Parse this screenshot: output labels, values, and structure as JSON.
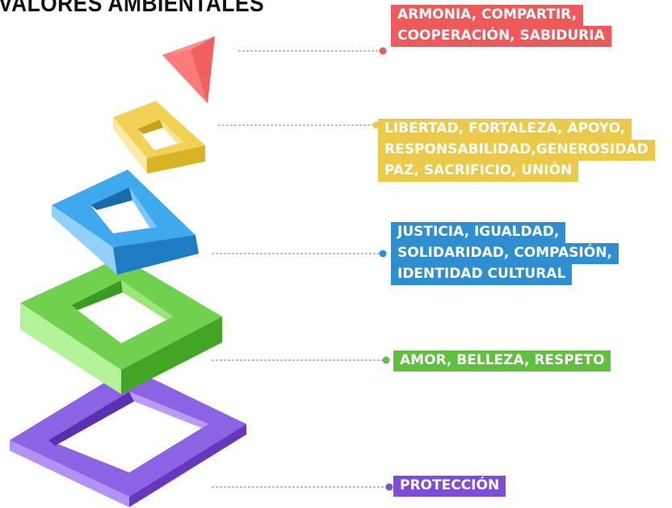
{
  "title": "VALORES AMBIENTALES",
  "colors": {
    "red": "#ee5a5a",
    "yellow": "#ebc94a",
    "blue": "#2f8ed0",
    "green": "#5fbf3e",
    "purple": "#7c4dd8",
    "connector": "#aaaaaa"
  },
  "labels": [
    {
      "id": "level-1",
      "color": "#ee5a5a",
      "lines": [
        "ARMONIA, COMPARTIR,",
        "COOPERACIÓN, SABIDURIA"
      ]
    },
    {
      "id": "level-2",
      "color": "#ebc94a",
      "lines": [
        "LIBERTAD, FORTALEZA, APOYO,",
        "RESPONSABILIDAD,GENEROSIDAD",
        "PAZ, SACRIFICIO, UNIÓN"
      ]
    },
    {
      "id": "level-3",
      "color": "#2f8ed0",
      "lines": [
        "JUSTICIA, IGUALDAD,",
        "SOLIDARIDAD, COMPASIÓN,",
        "IDENTIDAD CULTURAL"
      ]
    },
    {
      "id": "level-4",
      "color": "#5fbf3e",
      "lines": [
        "AMOR, BELLEZA, RESPETO"
      ]
    },
    {
      "id": "level-5",
      "color": "#7c4dd8",
      "lines": [
        "PROTECCIÓN"
      ]
    }
  ]
}
